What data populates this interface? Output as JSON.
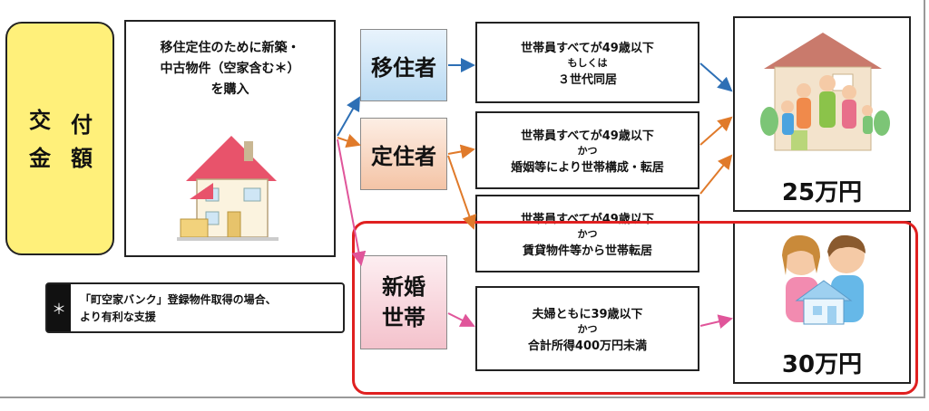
{
  "label": {
    "l1": "交",
    "l2": "付",
    "l3": "金",
    "l4": "額"
  },
  "purchase": {
    "line1": "移住定住のために新築・",
    "line2": "中古物件（空家含む＊）",
    "line3": "を購入"
  },
  "categories": {
    "iju": "移住者",
    "teiju": "定住者",
    "shinkon_line1": "新婚",
    "shinkon_line2": "世帯"
  },
  "conditions": {
    "c1": {
      "line1": "世帯員すべてが49歳以下",
      "line2": "もしくは",
      "line3": "３世代同居"
    },
    "c2": {
      "line1": "世帯員すべてが49歳以下",
      "line2": "かつ",
      "line3": "婚姻等により世帯構成・転居"
    },
    "c3": {
      "line1": "世帯員すべてが49歳以下",
      "line2": "かつ",
      "line3": "賃貸物件等から世帯転居"
    },
    "c4": {
      "line1": "夫婦ともに39歳以下",
      "line2": "かつ",
      "line3": "合計所得400万円未満"
    }
  },
  "rewards": {
    "r1": "25万円",
    "r2": "30万円"
  },
  "note": {
    "star": "＊",
    "line1": "「町空家バンク」登録物件取得の場合、",
    "line2": "より有利な支援"
  },
  "colors": {
    "label_bg": "#fff07a",
    "arrow_blue": "#2d6fb5",
    "arrow_orange": "#e07a2a",
    "arrow_pink": "#e0559a",
    "highlight_red": "#e02020"
  }
}
